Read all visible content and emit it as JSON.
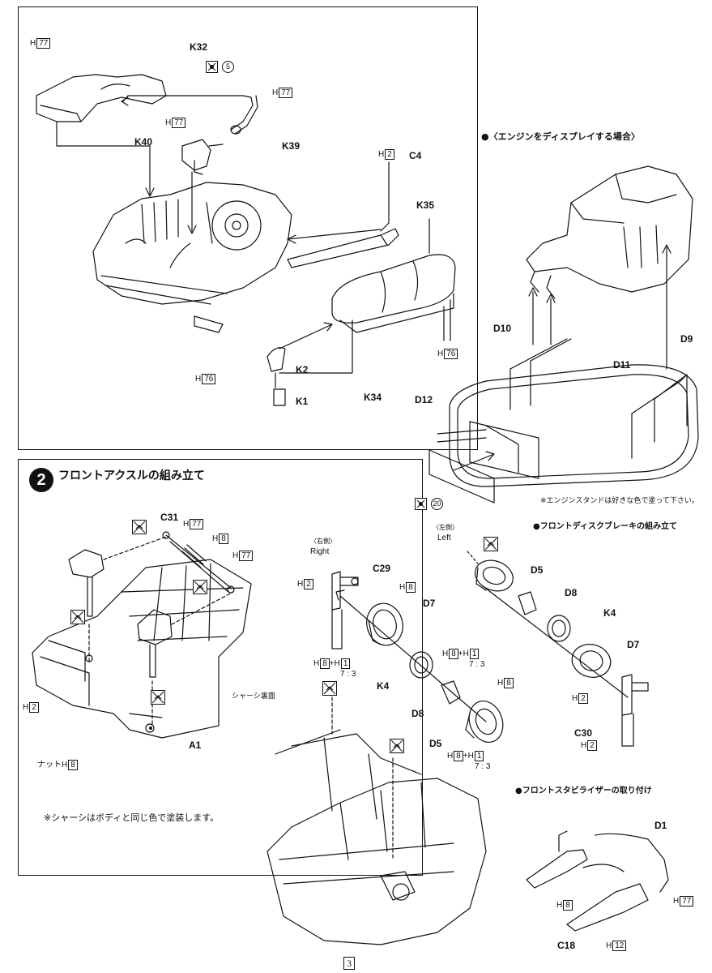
{
  "step2": {
    "number": "2",
    "title": "フロントアクスルの組み立て"
  },
  "sections": {
    "engine_display": "●〈エンジンをディスプレイする場合〉",
    "front_disc_brake": "●フロントディスクブレーキの組み立て",
    "front_stabilizer": "●フロントスタビライザーの取り付け"
  },
  "notes": {
    "engine_stand": "※エンジンスタンドは好きな色で塗って下さい。",
    "chassis_paint": "※シャーシはボディと同じ色で塗装します。",
    "chassis_underside": "シャーシ裏面",
    "nut": "ナット"
  },
  "sides": {
    "right_jp": "〈右側〉",
    "right_en": "Right",
    "left_jp": "〈左側〉",
    "left_en": "Left"
  },
  "parts": {
    "k32": "K32",
    "k40": "K40",
    "k39": "K39",
    "c4": "C4",
    "k35": "K35",
    "k2": "K2",
    "k1": "K1",
    "k34": "K34",
    "d10": "D10",
    "d11": "D11",
    "d9": "D9",
    "d12": "D12",
    "c31": "C31",
    "a1": "A1",
    "c29": "C29",
    "d7_right": "D7",
    "k4_right": "K4",
    "d8_right": "D8",
    "d5_right": "D5",
    "d5_left": "D5",
    "d8_left": "D8",
    "k4_left": "K4",
    "d7_left": "D7",
    "c30": "C30",
    "d1": "D1",
    "c18": "C18"
  },
  "hardware": {
    "h_prefix": "H",
    "h77": "77",
    "h76": "76",
    "h2": "2",
    "h8": "8",
    "h1": "1",
    "h12": "12"
  },
  "mix": {
    "plus": "+",
    "ratio": "7 : 3"
  },
  "paint_refs": {
    "k32_num": "5",
    "stand_num": "20"
  },
  "page_number": "3"
}
